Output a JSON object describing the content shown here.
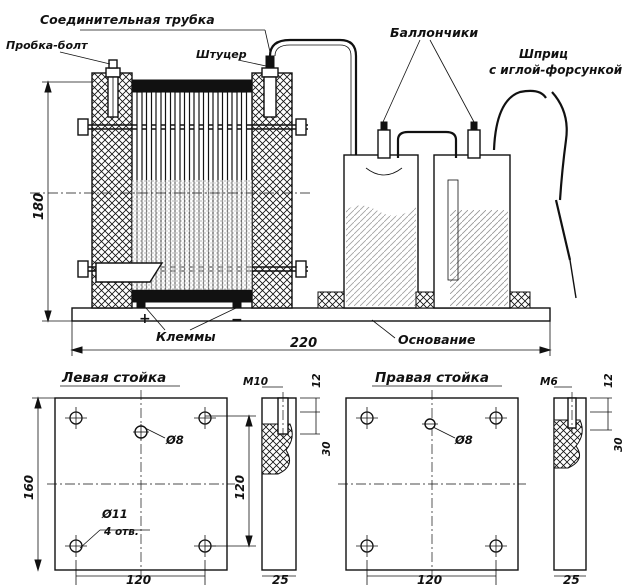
{
  "labels": {
    "connecting_tube": "Соединительная трубка",
    "plug_bolt": "Пробка-болт",
    "fitting": "Штуцер",
    "balloons": "Баллончики",
    "syringe_line1": "Шприц",
    "syringe_line2": "с иглой-форсункой",
    "terminals": "Клеммы",
    "base": "Основание",
    "plus": "+",
    "minus": "−",
    "left_stand": "Левая стойка",
    "right_stand": "Правая стойка",
    "hole_4_count": "4 отв."
  },
  "dimensions": {
    "height_total": "180",
    "length_total": "220",
    "stand_height": "160",
    "hole_spacing_v": "120",
    "left_hole_spacing_h": "120",
    "right_hole_spacing_h": "120",
    "left_thickness": "25",
    "right_thickness": "25",
    "left_thread": "М10",
    "right_thread": "М6",
    "left_depth_small": "12",
    "left_depth_large": "30",
    "right_depth_small": "12",
    "right_depth_large": "30",
    "hole_d8_left": "Ø8",
    "hole_d8_right": "Ø8",
    "hole_d11": "Ø11"
  }
}
